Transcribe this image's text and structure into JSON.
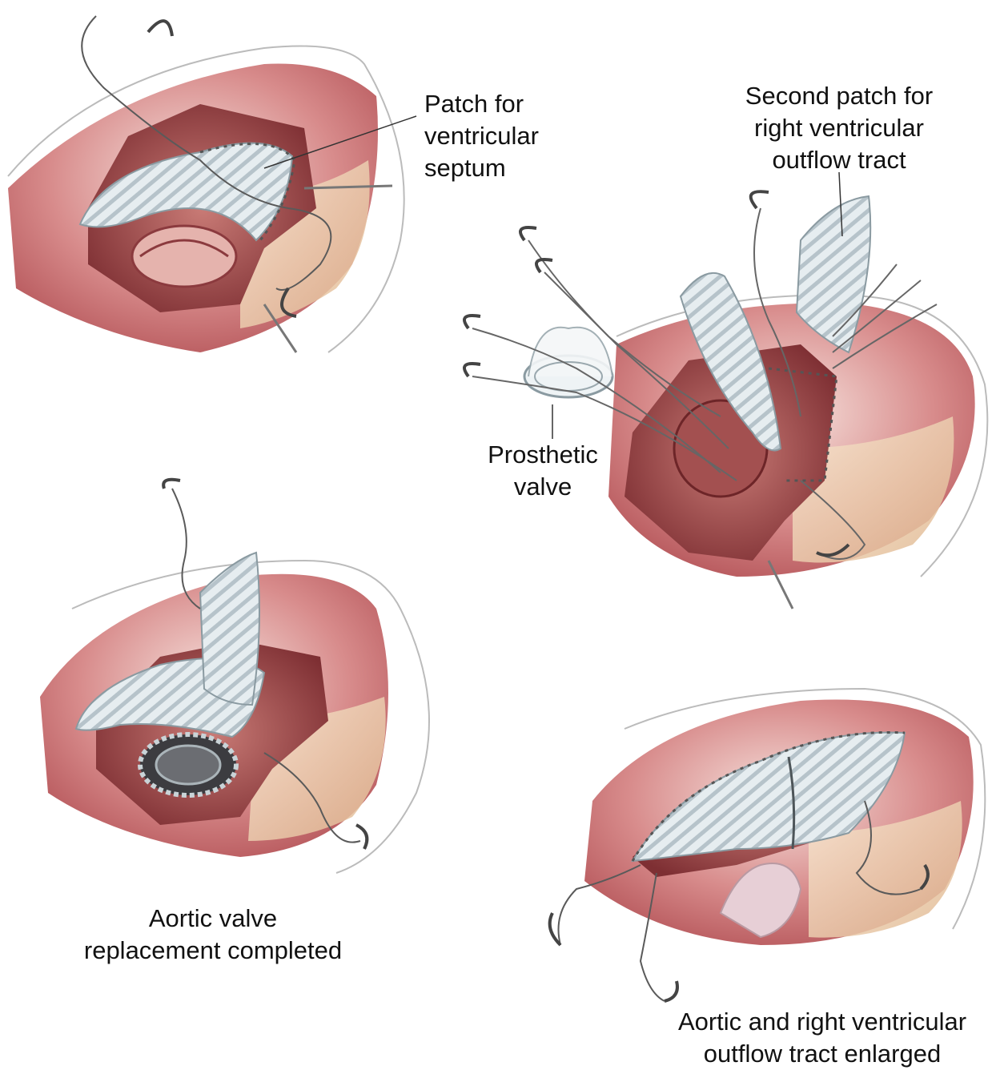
{
  "labels": {
    "patch_septum": [
      "Patch for",
      "ventricular",
      "septum"
    ],
    "second_patch": [
      "Second patch for",
      "right ventricular",
      "outflow tract"
    ],
    "prosthetic_valve": [
      "Prosthetic",
      "valve"
    ],
    "avr_completed": [
      "Aortic valve",
      "replacement completed"
    ],
    "enlarged": [
      "Aortic and right ventricular",
      "outflow tract enlarged"
    ]
  },
  "colors": {
    "tissue_light": "#f2d3cf",
    "tissue_mid": "#c8676a",
    "tissue_dark": "#8e3a3c",
    "patch": "#dde6ea",
    "patch_stripe": "#b3c0c7",
    "suture": "#5a5a5a"
  }
}
